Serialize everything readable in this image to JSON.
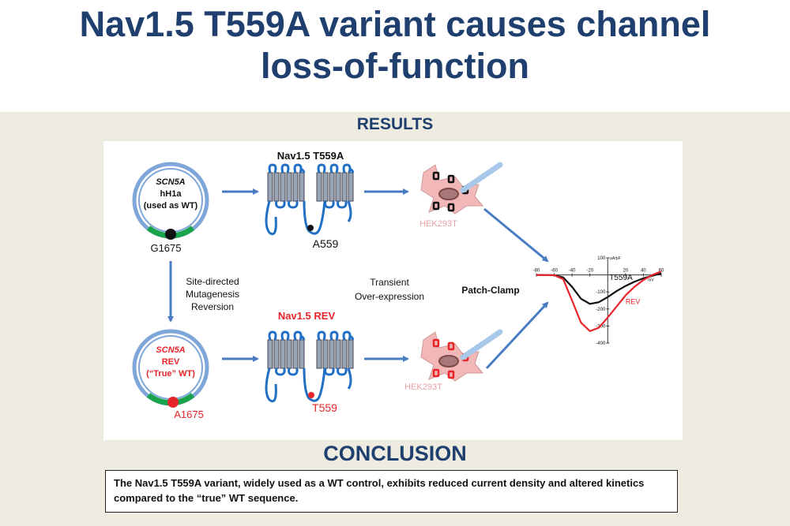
{
  "title_line1": "Nav1.5 T559A variant causes channel",
  "title_line2": "loss-of-function",
  "results_heading": "RESULTS",
  "conclusion_heading": "CONCLUSION",
  "conclusion_text": "The Nav1.5 T559A variant, widely used as a WT control, exhibits reduced current density and altered kinetics compared to the “true” WT sequence.",
  "colors": {
    "heading": "#1f3f6e",
    "band": "#eeece1",
    "arrow": "#4a7cc4",
    "red": "#e8242b",
    "green": "#19a34a",
    "cell": "#f2b8b8"
  },
  "plasmid_top": {
    "gene": "SCN5A",
    "line2": "hH1a",
    "line3": "(used as WT)",
    "site": "G1675"
  },
  "plasmid_bottom": {
    "gene": "SCN5A",
    "line2": "REV",
    "line3": "(“True” WT)",
    "site": "A1675"
  },
  "channel_top": {
    "label": "Nav1.5 T559A",
    "site": "A559"
  },
  "channel_bottom": {
    "label": "Nav1.5 REV",
    "site": "T559"
  },
  "mutagenesis": [
    "Site-directed",
    "Mutagenesis",
    "Reversion"
  ],
  "expression": [
    "Transient",
    "Over-expression"
  ],
  "patch_clamp": "Patch-Clamp",
  "cell_top_label": "HEK293T",
  "cell_bottom_label": "HEK293T",
  "chart_data": {
    "type": "line",
    "xlabel": "mV",
    "ylabel": "pA/pF",
    "x_ticks": [
      "-80",
      "-60",
      "-40",
      "-20",
      "20",
      "40",
      "60"
    ],
    "y_ticks": [
      "100",
      "-100",
      "-200",
      "-300",
      "-400"
    ],
    "xlim": [
      -80,
      60
    ],
    "ylim": [
      -400,
      100
    ],
    "series": [
      {
        "name": "T559A",
        "x": [
          -80,
          -60,
          -50,
          -40,
          -30,
          -20,
          -10,
          0,
          10,
          20,
          30,
          40,
          50,
          60
        ],
        "y": [
          0,
          -2,
          -15,
          -70,
          -140,
          -170,
          -160,
          -130,
          -95,
          -65,
          -40,
          -20,
          -5,
          10
        ]
      },
      {
        "name": "REV",
        "x": [
          -80,
          -60,
          -50,
          -40,
          -30,
          -20,
          -10,
          0,
          10,
          20,
          30,
          40,
          50,
          60
        ],
        "y": [
          0,
          -2,
          -25,
          -150,
          -280,
          -330,
          -310,
          -250,
          -185,
          -120,
          -70,
          -30,
          0,
          20
        ]
      }
    ]
  }
}
